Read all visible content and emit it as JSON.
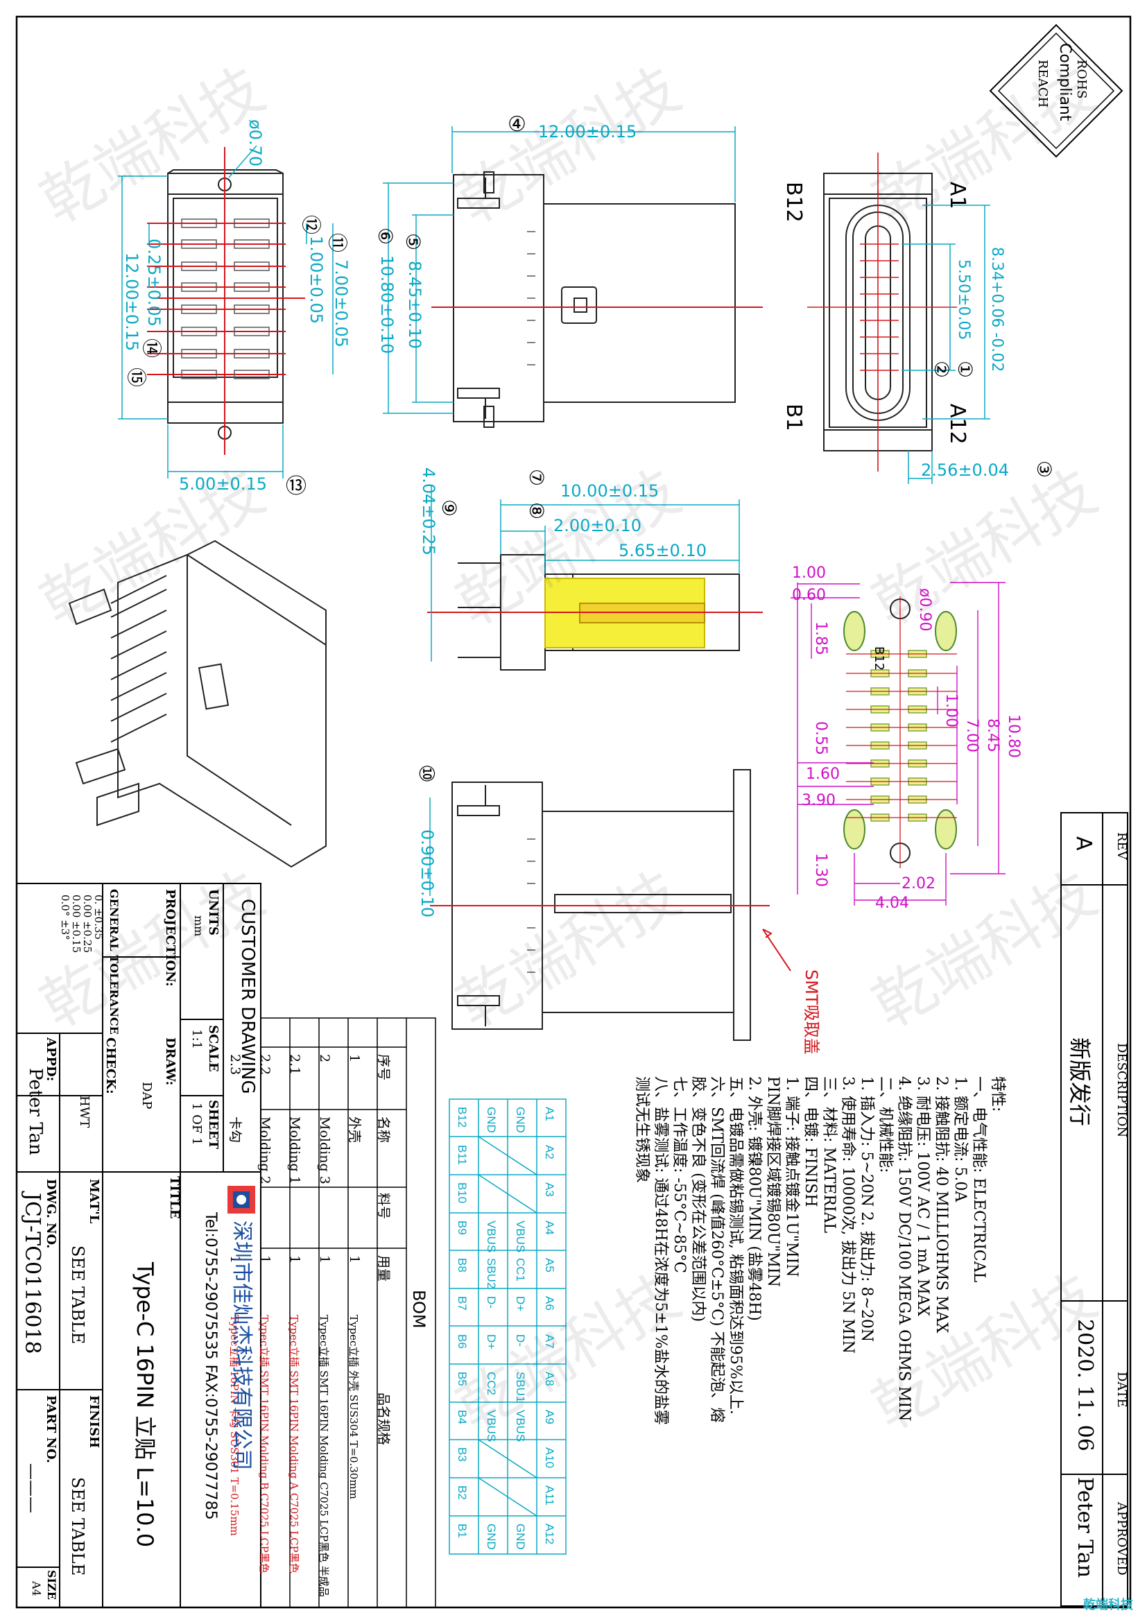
{
  "drawing": {
    "rohs": {
      "l1": "ROHS",
      "l2": "Compliant",
      "l3": "REACH"
    },
    "dims_top_left": {
      "d_hole": "ø0.70",
      "d_12": "1.00±0.05",
      "d_11": "7.00±0.05",
      "d_15": "12.00±0.15",
      "d_14": "0.25±0.05",
      "d_13": "5.00±0.15",
      "b11": "⑪",
      "b12": "⑫",
      "b13": "⑬",
      "b14": "⑭",
      "b15": "⑮"
    },
    "dims_side": {
      "d_04": "12.00±0.15",
      "d_05": "8.45±0.10",
      "d_06": "10.80±0.10",
      "b04": "④",
      "b05": "⑤",
      "b06": "⑥"
    },
    "dims_front": {
      "a1": "A1",
      "b12": "B12",
      "b1": "B1",
      "a12": "A12",
      "d_01": "8.34+0.06 -0.02",
      "d_02": "5.50±0.05",
      "d_03": "2.56±0.04",
      "b01": "①",
      "b02": "②",
      "b03": "③"
    },
    "dims_mid": {
      "d_07": "10.00±0.15",
      "d_08": "2.00±0.10",
      "d_565": "5.65±0.10",
      "d_09": "4.04±0.25",
      "b07": "⑦",
      "b08": "⑧",
      "b09": "⑨"
    },
    "dims_bottom": {
      "d_10": "0.90±0.10",
      "b10": "⑩",
      "smt": "SMT吸取盖"
    },
    "footprint": {
      "d1": "1.00",
      "d2": "0.60",
      "d3": "1.85",
      "d4": "0.55",
      "d5": "1.60",
      "d6": "3.90",
      "d7": "1.30",
      "d8": "2.02",
      "d9": "4.04",
      "v1": "1.00",
      "v2": "7.00",
      "v3": "8.45",
      "v4": "10.80",
      "hole": "ø0.90",
      "b12": "B12"
    },
    "watermark": "乾端科技"
  },
  "notes": {
    "title": "特性:",
    "lines": [
      "一、电气性能: ELECTRICAL",
      "1. 额定电流: 5.0A",
      "2. 接触阻抗: 40 MILLIOHMS MAX",
      "3. 耐电压: 100V AC / 1 mA MAX",
      "4. 绝缘阻抗: 150V DC/100 MEGA OHMS MIN",
      "二、机械性能:",
      "1. 插入力: 5~20N  2. 拔出力: 8~20N",
      "3. 使用寿命: 10000次, 拔出力 5N MIN",
      "三、材料: MATERIAL",
      "四、电镀: FINISH",
      "1. 端子: 接触点镀金1U\"MIN",
      "PIN脚焊接区域镀锡80U\"MIN",
      "2. 外壳: 镀镍80U\"MIN (盐雾48H)",
      "五、电镀品需做粘锡测试, 粘锡面积达到95%以上.",
      "六、SMT回流焊 (峰值260°C±5°C) 不能起泡、熔",
      "胶、变色不良 (变形在公差范围以内)",
      "七、工作温度: -55°C~85°C",
      "八、盐雾测试: 通过48H在浓度为5±1%盐水的盐雾",
      "测试无生锈现象"
    ]
  },
  "pin_table": {
    "row_a": [
      "A1",
      "A2",
      "A3",
      "A4",
      "A5",
      "A6",
      "A7",
      "A8",
      "A9",
      "A10",
      "A11",
      "A12"
    ],
    "row_a_sig": [
      "GND",
      "",
      "",
      "VBUS",
      "CC1",
      "D+",
      "D-",
      "SBU1",
      "VBUS",
      "",
      "",
      "GND"
    ],
    "row_b_sig": [
      "GND",
      "",
      "",
      "VBUS",
      "SBU2",
      "D-",
      "D+",
      "CC2",
      "VBUS",
      "",
      "",
      "GND"
    ],
    "row_b": [
      "B12",
      "B11",
      "B10",
      "B9",
      "B8",
      "B7",
      "B6",
      "B5",
      "B4",
      "B3",
      "B2",
      "B1"
    ]
  },
  "bom": {
    "title": "BOM",
    "headers": [
      "序号",
      "名称",
      "料号",
      "用量",
      "品名规格"
    ],
    "rows": [
      [
        "1",
        "外壳",
        "",
        "1",
        "Typec立插 外壳 SUS304 T=0.30mm"
      ],
      [
        "2",
        "Molding 3",
        "",
        "1",
        "Typec立插 SMT 16PIN Molding C7025 LCP黑色 半成品"
      ],
      [
        "2.1",
        "Molding 1",
        "",
        "1",
        "Typec立插 SMT 16PIN Molding A C7025 LCP黑色"
      ],
      [
        "2.2",
        "Molding 2",
        "",
        "1",
        "Typec立插 SMT 16PIN Molding B C7025 LCP黑色"
      ],
      [
        "2.3",
        "卡勾",
        "",
        "1",
        "Typec立插 16PIN 卡勾 SUS301 T=0.15mm"
      ]
    ]
  },
  "title_block": {
    "customer_drawing": "CUSTOMER DRAWING",
    "units_label": "UNITS",
    "units_value": "mm",
    "scale_label": "SCALE",
    "scale_value": "1:1",
    "sheet_label": "SHEET",
    "sheet_value": "1 OF 1",
    "projection_label": "PROJECTION:",
    "tolerance_label": "GENERAL TOLERANCE",
    "tol_lines": [
      "0.   ±0.35",
      "0.00  ±0.25",
      "0.00  ±0.15",
      "0.0°  ±3°"
    ],
    "draw_label": "DRAW:",
    "draw_value": "DAP",
    "check_label": "CHECK:",
    "check_value": "HWT",
    "appd_label": "APPD:",
    "appd_value": "Peter Tan",
    "title_label": "TITLE",
    "company": "深圳市佳灿杰科技有限公司",
    "tel": "Tel:0755-29075535 FAX:0755-29077785",
    "part_title": "Type-C 16PIN 立贴 L=10.0",
    "matl_label": "MAT'L",
    "matl_value": "SEE TABLE",
    "finish_label": "FINISH",
    "finish_value": "SEE TABLE",
    "dwg_label": "DWG. NO.",
    "dwg_value": "JCJ-TC0116018",
    "partno_label": "PART NO.",
    "partno_value": "———",
    "size_label": "SIZE",
    "size_value": "A4"
  },
  "revision": {
    "rev_label": "REV",
    "rev_value": "A",
    "desc_label": "DESCRIPTION",
    "desc_value": "新版发行",
    "date_label": "DATE",
    "date_value": "2020. 11. 06",
    "appr_label": "APPROVED",
    "appr_value": "Peter Tan"
  },
  "corner_mark": "乾端科技"
}
